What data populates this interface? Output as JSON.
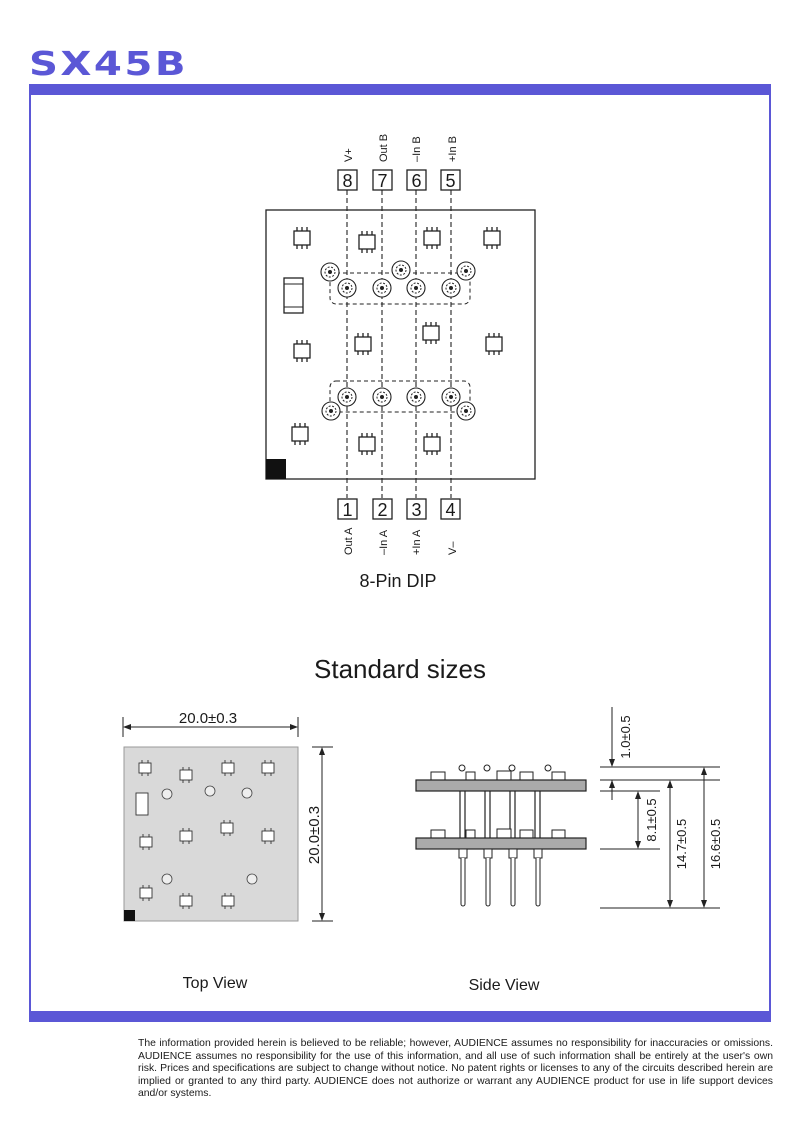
{
  "header": {
    "brand": "SX45B",
    "accent_color": "#5b57d6"
  },
  "dip": {
    "caption": "8-Pin DIP",
    "top_pins": [
      {
        "number": "8",
        "label": "V+"
      },
      {
        "number": "7",
        "label": "Out B"
      },
      {
        "number": "6",
        "label": "–In B"
      },
      {
        "number": "5",
        "label": "+In B"
      }
    ],
    "bottom_pins": [
      {
        "number": "1",
        "label": "Out A"
      },
      {
        "number": "2",
        "label": "–In A"
      },
      {
        "number": "3",
        "label": "+In A"
      },
      {
        "number": "4",
        "label": "V–"
      }
    ]
  },
  "standard_sizes": {
    "heading": "Standard sizes",
    "top_view": {
      "caption": "Top View",
      "width_dim": "20.0±0.3",
      "height_dim": "20.0±0.3"
    },
    "side_view": {
      "caption": "Side View",
      "dims": [
        "1.0±0.5",
        "8.1±0.5",
        "14.7±0.5",
        "16.6±0.5"
      ]
    }
  },
  "footer": {
    "disclaimer": "The information provided herein is believed to be reliable; however, AUDIENCE assumes no responsibility for inaccuracies or omissions. AUDIENCE assumes no responsibility for the use of this information, and all use of such information shall be entirely at the user's own risk. Prices and specifications are subject to change without notice. No patent rights or licenses to any of the circuits described herein are implied or granted to any third party. AUDIENCE does not authorize or warrant  any AUDIENCE product for use in life support devices and/or systems."
  }
}
